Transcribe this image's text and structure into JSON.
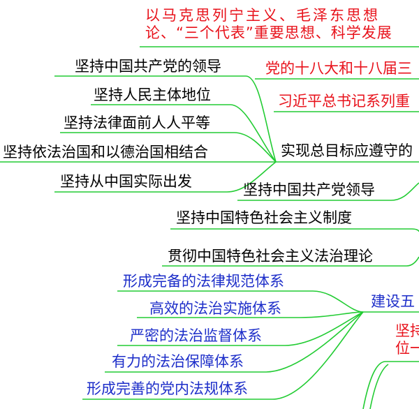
{
  "colors": {
    "line": "#22cc33",
    "red": "#e8121b",
    "blue": "#1d2ec9",
    "black": "#000000"
  },
  "top": {
    "line1": "以马克思列宁主义、毛泽东思想",
    "line2": "论、“三个代表”重要思想、科学发展"
  },
  "left": {
    "items": [
      "坚持中国共产党的领导",
      "坚持人民主体地位",
      "坚持法律面前人人平等",
      "坚持依法治国和以德治国相结合",
      "坚持从中国实际出发"
    ]
  },
  "right": {
    "congress": "党的十八大和十八届三",
    "xi": "习近平总书记系列重",
    "goal": "实现总目标应遵守的"
  },
  "middle": {
    "items": [
      "坚持中国共产党领导",
      "坚持中国特色社会主义制度",
      "贯彻中国特色社会主义法治理论"
    ]
  },
  "systems": {
    "items": [
      "形成完备的法律规范体系",
      "高效的法治实施体系",
      "严密的法治监督体系",
      "有力的法治保障体系",
      "形成完善的党内法规体系"
    ],
    "parent": "建设五",
    "bottom_line1": "坚持",
    "bottom_line2": "位一"
  }
}
